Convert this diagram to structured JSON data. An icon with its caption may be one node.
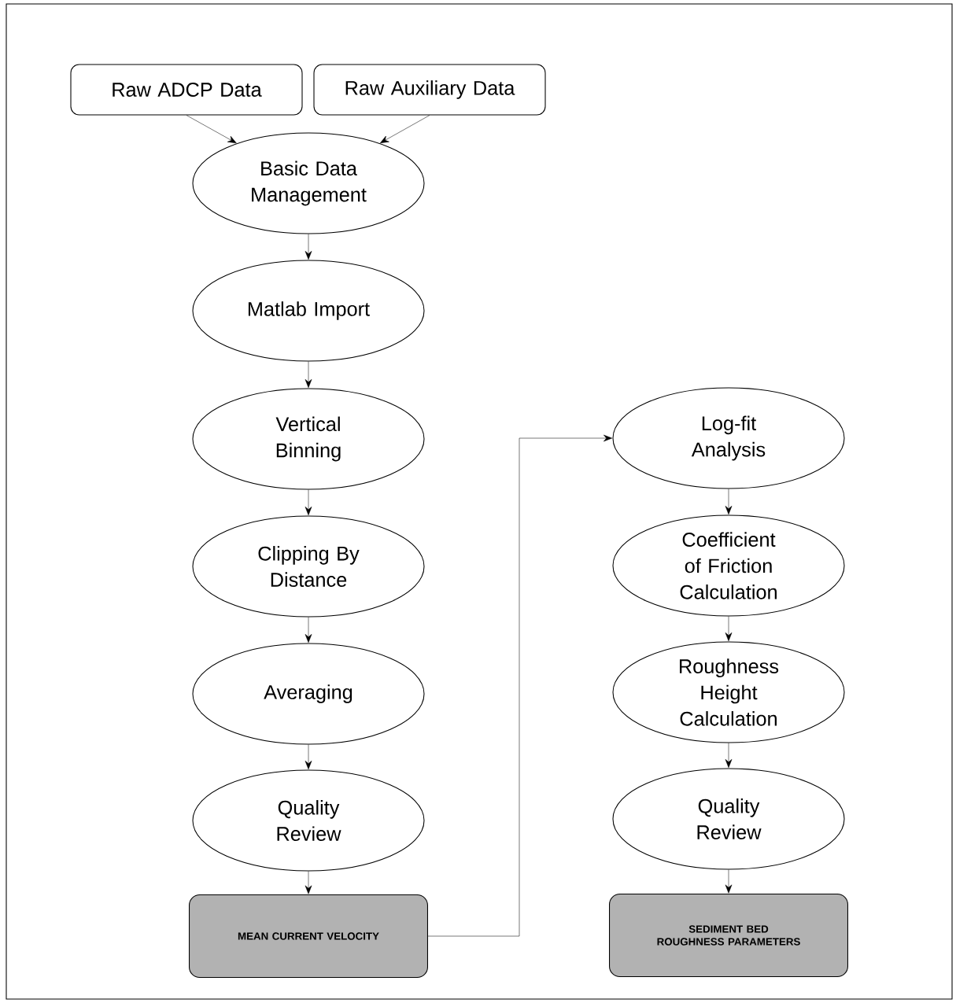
{
  "diagram": {
    "nodes": [
      {
        "text": [
          "Raw ADCP Data"
        ]
      },
      {
        "text": [
          "Raw Auxiliary Data"
        ]
      },
      {
        "text": [
          "Basic Data Management"
        ]
      },
      {
        "text": [
          "Matlab Import"
        ]
      },
      {
        "text": [
          "Vertical Binning"
        ]
      },
      {
        "text": [
          "Clipping By Distance"
        ]
      },
      {
        "text": [
          "Averaging"
        ]
      },
      {
        "text": [
          "Quality Review"
        ]
      },
      {
        "text": [
          "MEAN CURRENT VELOCITY"
        ]
      },
      {
        "text": [
          "Log-fit Analysis"
        ]
      },
      {
        "text": [
          "Coefficient of Friction Calculation"
        ]
      },
      {
        "text": [
          "Roughness Height Calculation"
        ]
      },
      {
        "text": [
          "Quality Review"
        ]
      },
      {
        "text": [
          "SEDIMENT BED ROUGHNESS PARAMETERS"
        ]
      }
    ],
    "edges": [
      {
        "from": 0,
        "to": 2,
        "arrow": "to"
      },
      {
        "from": 1,
        "to": 2,
        "arrow": "to"
      },
      {
        "from": 2,
        "to": 3,
        "arrow": "to"
      },
      {
        "from": 3,
        "to": 4,
        "arrow": "to"
      },
      {
        "from": 4,
        "to": 5,
        "arrow": "to"
      },
      {
        "from": 5,
        "to": 6,
        "arrow": "to"
      },
      {
        "from": 6,
        "to": 7,
        "arrow": "to"
      },
      {
        "from": 7,
        "to": 8,
        "arrow": "to"
      },
      {
        "from": 8,
        "to": 9,
        "arrow": "to"
      },
      {
        "from": 9,
        "to": 10,
        "arrow": "to"
      },
      {
        "from": 10,
        "to": 11,
        "arrow": "to"
      },
      {
        "from": 11,
        "to": 12,
        "arrow": "to"
      },
      {
        "from": 12,
        "to": 13,
        "arrow": "to"
      }
    ]
  }
}
